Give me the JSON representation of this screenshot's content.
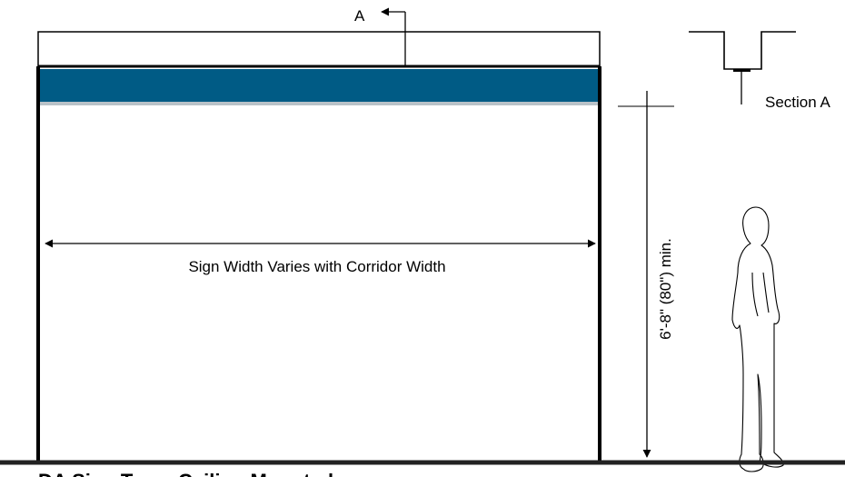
{
  "diagram": {
    "section_marker": "A",
    "section_label": "Section A",
    "width_label": "Sign Width Varies with Corridor Width",
    "height_label": "6'-8\" (80\") min.",
    "caption": "DA Sign Type: Ceiling Mounted",
    "colors": {
      "sign_band": "#005b85",
      "sign_band_underline": "#b9c2c8",
      "line": "#000000",
      "background": "#ffffff"
    },
    "icons": [
      "section-arrow-icon",
      "human-figure-icon",
      "dimension-arrow-icon"
    ]
  }
}
